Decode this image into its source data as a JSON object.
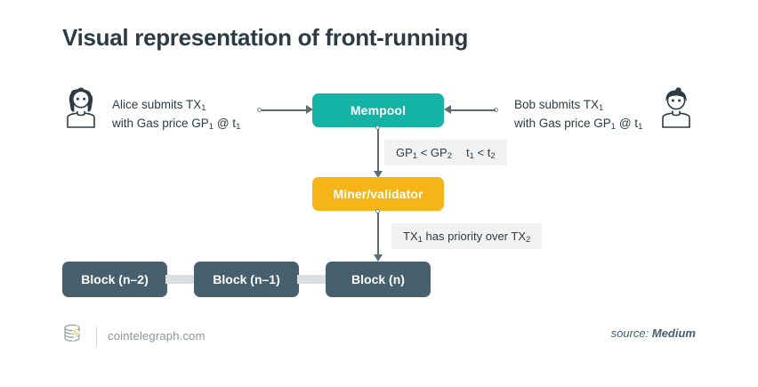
{
  "title": "Visual representation of front-running",
  "actors": {
    "left": {
      "avatar_icon": "female-avatar-icon",
      "line1": "Alice submits TX",
      "line1_sub": "1",
      "line2_a": "with Gas price GP",
      "line2_sub1": "1",
      "line2_b": " @ t",
      "line2_sub2": "1"
    },
    "right": {
      "avatar_icon": "male-avatar-icon",
      "line1": "Bob submits TX",
      "line1_sub": "1",
      "line2_a": "with Gas price GP",
      "line2_sub1": "1",
      "line2_b": " @ t",
      "line2_sub2": "1"
    }
  },
  "nodes": {
    "mempool": {
      "label": "Mempool",
      "color": "#14b3a6"
    },
    "miner": {
      "label": "Miner/validator",
      "color": "#f5b417"
    }
  },
  "edge_labels": {
    "gas": {
      "a": "GP",
      "a_sub": "1",
      "op1": " < GP",
      "b_sub": "2",
      "c": "t",
      "c_sub": "1",
      "op2": " < t",
      "d_sub": "2"
    },
    "priority": {
      "a": "TX",
      "a_sub": "1",
      "mid": " has priority over TX",
      "b_sub": "2"
    }
  },
  "blocks": [
    {
      "label": "Block (n–2)"
    },
    {
      "label": "Block (n–1)"
    },
    {
      "label": "Block (n)"
    }
  ],
  "footer": {
    "logo_icon": "cointelegraph-logo-icon",
    "site": "cointelegraph.com",
    "source_prefix": "source: ",
    "source_name": "Medium"
  }
}
